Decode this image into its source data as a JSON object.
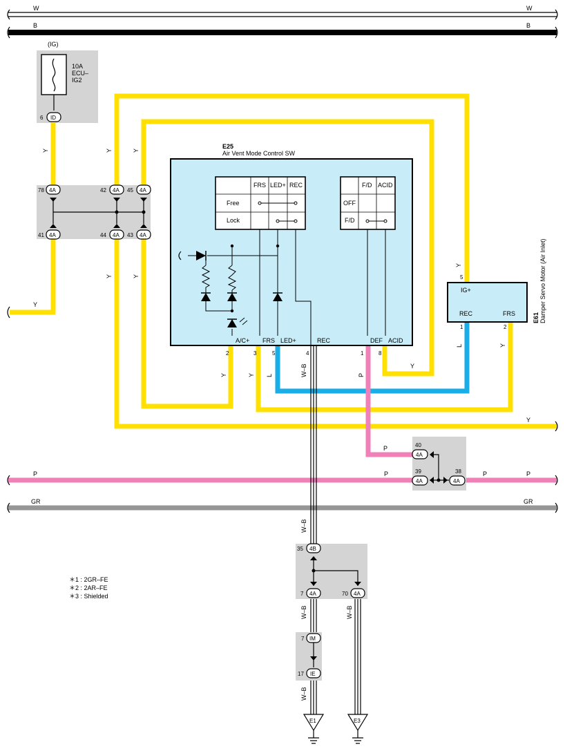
{
  "colors": {
    "yellow": "#FFE000",
    "blue": "#1AAEE8",
    "pink": "#F080B8",
    "gray": "#969696",
    "black": "#000000",
    "box_fill": "#C8ECF8",
    "splice_fill": "#D4D4D4"
  },
  "bus": {
    "w_left": "W",
    "w_right": "W",
    "b_left": "B",
    "b_right": "B",
    "p_left": "P",
    "p_right": "P",
    "gr_left": "GR",
    "gr_right": "GR"
  },
  "fuse": {
    "top_label": "(IG)",
    "rating": "10A",
    "name1": "ECU–",
    "name2": "IG2",
    "pin": "6",
    "connector": "ID"
  },
  "junction_left": {
    "top_pins": [
      "78",
      "42",
      "45"
    ],
    "bottom_pins": [
      "41",
      "44",
      "43"
    ],
    "connector": "4A"
  },
  "wire_colors": {
    "y": "Y",
    "l": "L",
    "p": "P",
    "wb": "W–B"
  },
  "switch": {
    "code": "E25",
    "name": "Air Vent Mode Control SW",
    "table1": {
      "headers": [
        "FRS",
        "LED+",
        "REC"
      ],
      "rows": [
        "Free",
        "Lock"
      ]
    },
    "table2": {
      "headers": [
        "F/D",
        "ACID"
      ],
      "rows": [
        "OFF",
        "F/D"
      ]
    },
    "terminals": [
      "A/C+",
      "FRS",
      "LED+",
      "REC",
      "DEF",
      "ACID"
    ],
    "pins": [
      "2",
      "3",
      "5",
      "4",
      "1",
      "8"
    ]
  },
  "motor": {
    "code": "E61",
    "name": "Damper Servo Motor (Air Inlet)",
    "terminals": {
      "ig": "IG+",
      "rec": "REC",
      "frs": "FRS"
    },
    "pins": {
      "ig": "5",
      "rec": "1",
      "frs": "2"
    }
  },
  "junction_right": {
    "pins": [
      "40",
      "39",
      "38"
    ],
    "connector": "4A"
  },
  "junction_ground": {
    "pins": [
      "35",
      "7",
      "70"
    ],
    "connectors": [
      "4B",
      "4A",
      "4A"
    ]
  },
  "inline_connectors": {
    "pins": [
      "7",
      "17"
    ],
    "connectors": [
      "IM",
      "IE"
    ]
  },
  "grounds": [
    "E1",
    "E3"
  ],
  "notes": [
    "＊1 : 2GR–FE",
    "＊2 : 2AR–FE",
    "＊3 : Shielded"
  ]
}
